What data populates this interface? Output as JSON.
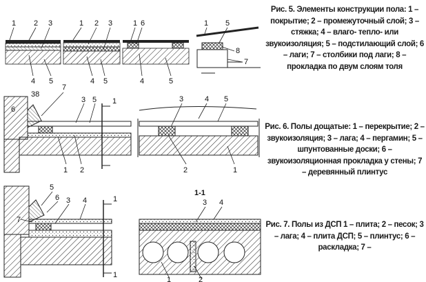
{
  "figures": [
    {
      "id": "fig5",
      "caption": "Рис. 5. Элементы конструкции пола: 1 – покрытие; 2 – промежуточный слой; 3 – стяжка; 4 – влаго- тепло- или звукоизоляция; 5 – подстилающий слой; 6 – лаги; 7 – столбики под лаги; 8 – прокладка по двум слоям толя"
    },
    {
      "id": "fig6",
      "caption": "Рис. 6. Полы дощатые: 1 – перекрытие; 2 – звукоизоляция; 3 – лага; 4 – пергамин; 5 – шпунтованные доски; 6 – звукоизоляционная прокладка у стены; 7 – деревянный плинтус"
    },
    {
      "id": "fig7",
      "caption": "Рис. 7. Полы из ДСП 1 – плита; 2 – песок; 3 – лага; 4 – плита ДСП; 5 – плинтус; 6 – раскладка; 7 –"
    }
  ],
  "callouts": {
    "fig5_top": [
      "1",
      "2",
      "3",
      "1",
      "2",
      "3",
      "1",
      "6",
      "1",
      "5"
    ],
    "fig5_bottom": [
      "4",
      "5",
      "4",
      "5",
      "4",
      "5"
    ],
    "fig5_side": [
      "8",
      "7"
    ],
    "fig6_left": [
      "38",
      "7",
      "6",
      "3",
      "5",
      "1",
      "1",
      "2"
    ],
    "fig6_right": [
      "3",
      "4",
      "5",
      "2",
      "1"
    ],
    "fig7_left": [
      "5",
      "6",
      "3",
      "4",
      "7",
      "1",
      "1"
    ],
    "fig7_right": [
      "3",
      "4",
      "1",
      "2"
    ],
    "section_label": "1-1"
  }
}
